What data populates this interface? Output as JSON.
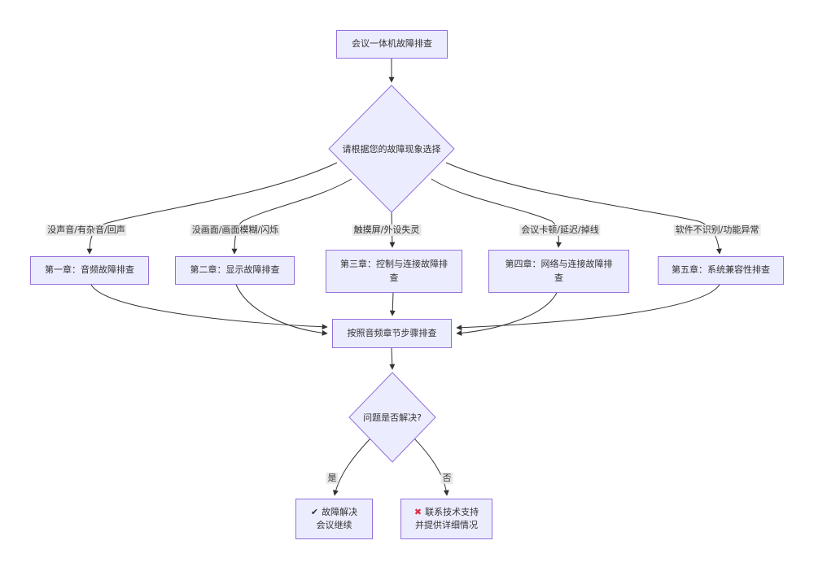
{
  "nodes": {
    "start": {
      "label": "会议一体机故障排查"
    },
    "decision1": {
      "label": "请根据您的故障现象选择"
    },
    "chapter1": {
      "label": "第一章：音频故障排查"
    },
    "chapter2": {
      "label": "第二章：显示故障排查"
    },
    "chapter3": {
      "line1": "第三章：控制与连接故障排",
      "line2": "查"
    },
    "chapter4": {
      "line1": "第四章：网络与连接故障排",
      "line2": "查"
    },
    "chapter5": {
      "label": "第五章：系统兼容性排查"
    },
    "follow": {
      "label": "按照音频章节步骤排查"
    },
    "decision2": {
      "label": "问题是否解决?"
    },
    "resolved": {
      "icon": "✔",
      "line1": "故障解决",
      "line2": "会议继续"
    },
    "support": {
      "icon": "✖",
      "line1": "联系技术支持",
      "line2": "并提供详细情况"
    }
  },
  "edge_labels": {
    "audio": "没声音/有杂音/回声",
    "display": "没画面/画面模糊/闪烁",
    "touch": "触摸屏/外设失灵",
    "network": "会议卡顿/延迟/掉线",
    "software": "软件不识别/功能异常",
    "yes": "是",
    "no": "否"
  },
  "colors": {
    "node_fill": "#ECECFF",
    "node_border": "#9370DB",
    "edge_line": "#333333",
    "label_bg": "#e8e8e8",
    "text": "#333333",
    "cross_red": "#dd2e44",
    "canvas_bg": "#ffffff"
  }
}
